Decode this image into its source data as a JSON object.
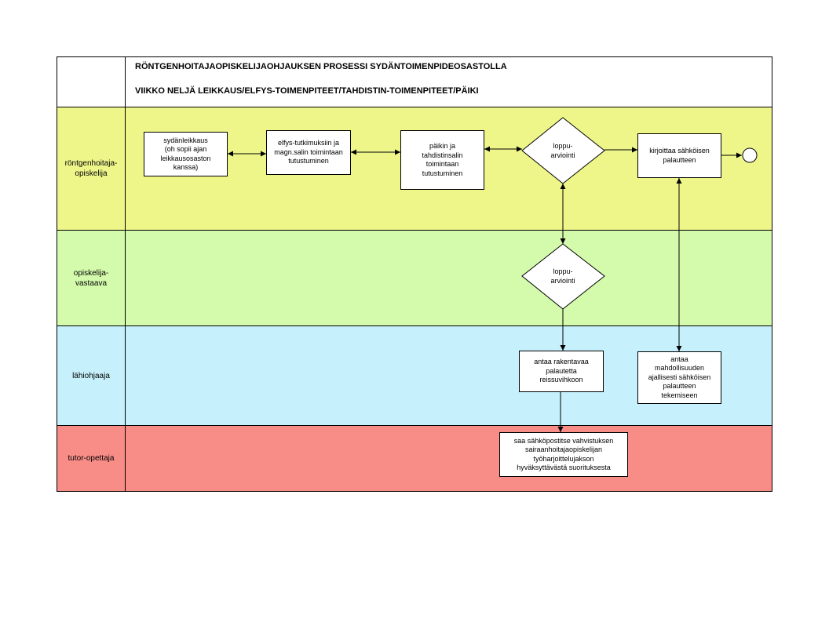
{
  "title": {
    "line1": "RÖNTGENHOITAJAOPISKELIJAOHJAUKSEN PROSESSI SYDÄNTOIMENPIDEOSASTOLLA",
    "line2": "VIIKKO NELJÄ LEIKKAUS/ELFYS-TOIMENPITEET/TAHDISTIN-TOIMENPITEET/PÄIKI"
  },
  "lanes": [
    {
      "label": "röntgenhoitaja-\nopiskelija",
      "color": "#eef68a"
    },
    {
      "label": "opiskelija-\nvastaava",
      "color": "#d4fbac"
    },
    {
      "label": "lähiohjaaja",
      "color": "#c6f0fb"
    },
    {
      "label": "tutor-opettaja",
      "color": "#f88d88"
    }
  ],
  "nodes": {
    "sydanleikkaus": "sydänleikkaus\n(oh sopii ajan\nleikkausosaston\nkanssa)",
    "elfys": "elfys-tutkimuksiin ja\nmagn.salin toimintaan\ntutustuminen",
    "paikki": "päikin ja\ntahdistinsalin\ntoimintaan\ntutustuminen",
    "loppuarviointi_1": "loppu-\narviointi",
    "kirjoittaa": "kirjoittaa sähköisen\npalautteen",
    "loppuarviointi_2": "loppu-\narviointi",
    "antaa_rakentavaa": "antaa rakentavaa\npalautetta\nreissuvihkoon",
    "antaa_mahdollisuuden": "antaa\nmahdollisuuden\najallisesti sähköisen\npalautteen\ntekemiseen",
    "saa_sahkopostitse": "saa sähköpostitse vahvistuksen\nsairaanhoitajaopiskelijan\ntyöharjoittelujakson\nhyväksyttävästä suorituksesta"
  }
}
